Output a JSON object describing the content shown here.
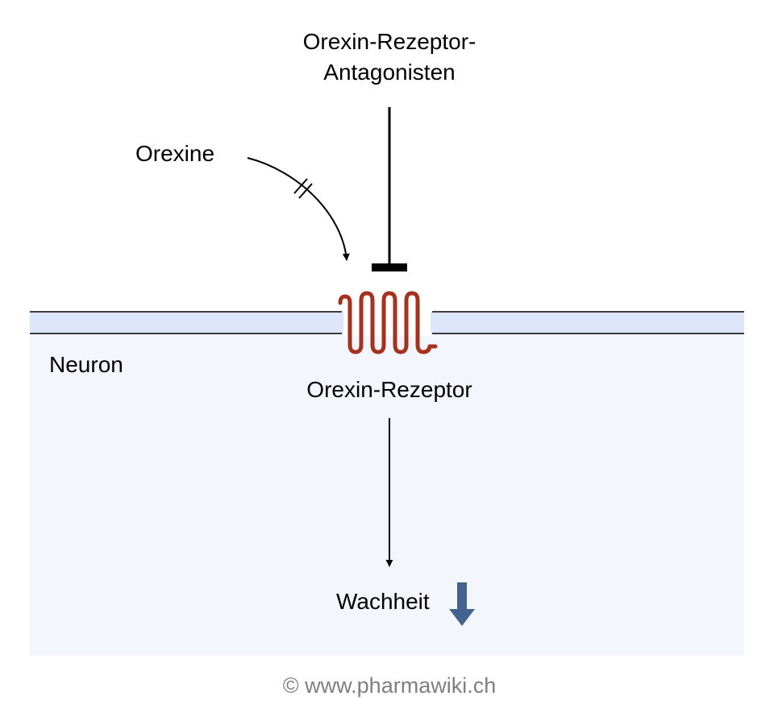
{
  "labels": {
    "antagonist_line1": "Orexin-Rezeptor-",
    "antagonist_line2": "Antagonisten",
    "orexine": "Orexine",
    "neuron": "Neuron",
    "receptor": "Orexin-Rezeptor",
    "wachheit": "Wachheit"
  },
  "footer": {
    "copyright": "© www.pharmawiki.ch"
  },
  "colors": {
    "cell_fill": "#f3f6fd",
    "membrane_fill": "#dde6fa",
    "receptor": "#a5321f",
    "down_arrow": "#44628f",
    "line": "#000000",
    "footer_text": "#7f7f7f"
  },
  "icons": {
    "decrease_indicator": "down-arrow-icon",
    "inhibition": "t-bar-inhibition-symbol",
    "interrupted_arrow": "double-slash-break-marker"
  }
}
